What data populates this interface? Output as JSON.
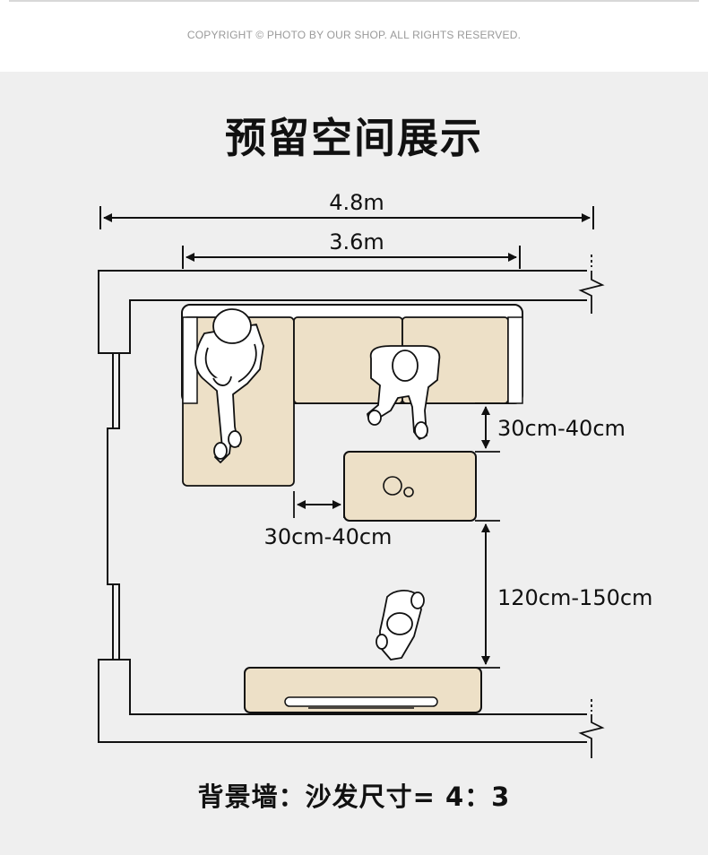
{
  "header": {
    "copyright": "COPYRIGHT © PHOTO BY OUR SHOP. ALL RIGHTS RESERVED."
  },
  "title": "预留空间展示",
  "dimensions": {
    "outer_width": "4.8m",
    "sofa_width": "3.6m",
    "sofa_to_table_gap": "30cm-40cm",
    "side_gap": "30cm-40cm",
    "table_to_tv": "120cm-150cm"
  },
  "footer": "背景墙：沙发尺寸= 4：3",
  "colors": {
    "background": "#efefef",
    "furniture_fill": "#ede0c7",
    "line": "#111111"
  },
  "icons": [
    "person-sitting-icon",
    "person-standing-icon",
    "person-walking-icon",
    "break-mark-icon"
  ]
}
